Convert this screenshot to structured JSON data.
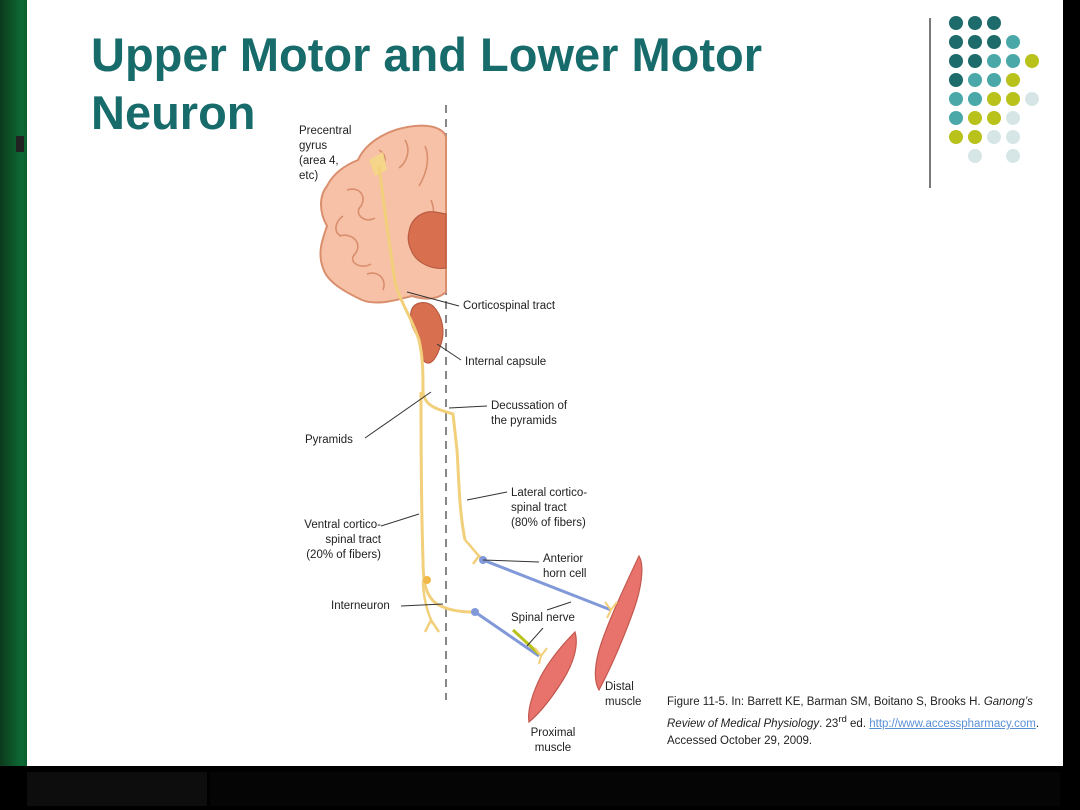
{
  "slide": {
    "title": "Upper Motor and Lower Motor Neuron"
  },
  "diagram": {
    "labels": {
      "precentral": [
        "Precentral",
        "gyrus",
        "(area 4,",
        "etc)"
      ],
      "corticospinal_tract": "Corticospinal tract",
      "internal_capsule": "Internal capsule",
      "decussation": [
        "Decussation of",
        "the pyramids"
      ],
      "pyramids": "Pyramids",
      "lateral": [
        "Lateral cortico-",
        "spinal tract",
        "(80% of fibers)"
      ],
      "ventral": [
        "Ventral cortico-",
        "spinal tract",
        "(20% of fibers)"
      ],
      "anterior_horn": [
        "Anterior",
        "horn cell"
      ],
      "interneuron": "Interneuron",
      "spinal_nerve": "Spinal nerve",
      "distal_muscle": [
        "Distal",
        "muscle"
      ],
      "proximal_muscle": [
        "Proximal",
        "muscle"
      ]
    }
  },
  "caption": {
    "part1": "Figure 11-5. In: Barrett KE, Barman SM, Boitano S, Brooks H. ",
    "book": "Ganong’s Review of Medical Physiology",
    "edition": ". 23",
    "edition_sup": "rd",
    "edition_end": " ed.",
    "link": "http://www.accesspharmacy.com",
    "part2": ". Accessed October 29, 2009."
  },
  "colors": {
    "title": "#176b6b",
    "dot_teal_dark": "#1e6b6b",
    "dot_teal": "#4aa8a8",
    "dot_olive": "#b8c21a",
    "dot_pale": "#d6e6e6",
    "tract": "#f2cf7a",
    "brain_fill": "#f6c1a6",
    "brain_dark": "#d86f4f",
    "neuron_blue": "#8199d8",
    "muscle": "#e8736c"
  }
}
